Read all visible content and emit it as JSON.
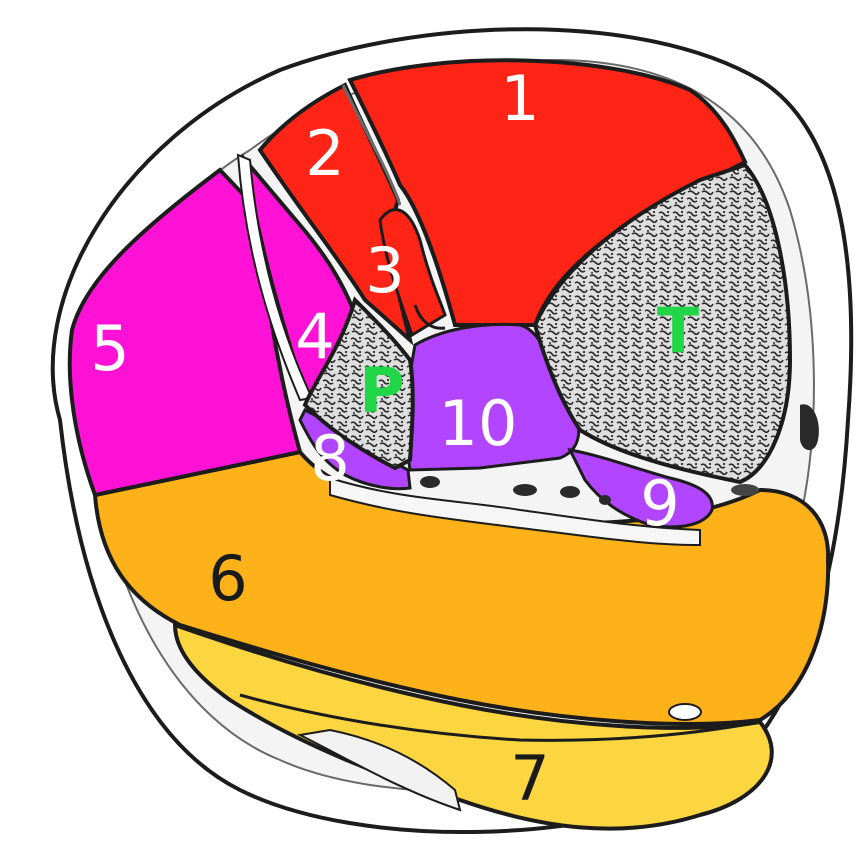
{
  "colors": {
    "anterior": "#ff2516",
    "lateral": "#ff11d6",
    "deep_posterior": "#b245ff",
    "gastrocnemius": "#fdb21a",
    "soleus_light": "#fcd640",
    "bone_fill": "#e9e9e9",
    "skin": "#ffffff",
    "outline": "#1c1c1c",
    "bone_label": "#21d646"
  },
  "regions": [
    {
      "key": "1",
      "label": "1"
    },
    {
      "key": "2",
      "label": "2"
    },
    {
      "key": "3",
      "label": "3"
    },
    {
      "key": "4",
      "label": "4"
    },
    {
      "key": "5",
      "label": "5"
    },
    {
      "key": "6",
      "label": "6"
    },
    {
      "key": "7",
      "label": "7"
    },
    {
      "key": "8",
      "label": "8"
    },
    {
      "key": "9",
      "label": "9"
    },
    {
      "key": "10",
      "label": "10"
    }
  ],
  "bones": [
    {
      "key": "tibia",
      "label": "T"
    },
    {
      "key": "fibula",
      "label": "P"
    }
  ]
}
